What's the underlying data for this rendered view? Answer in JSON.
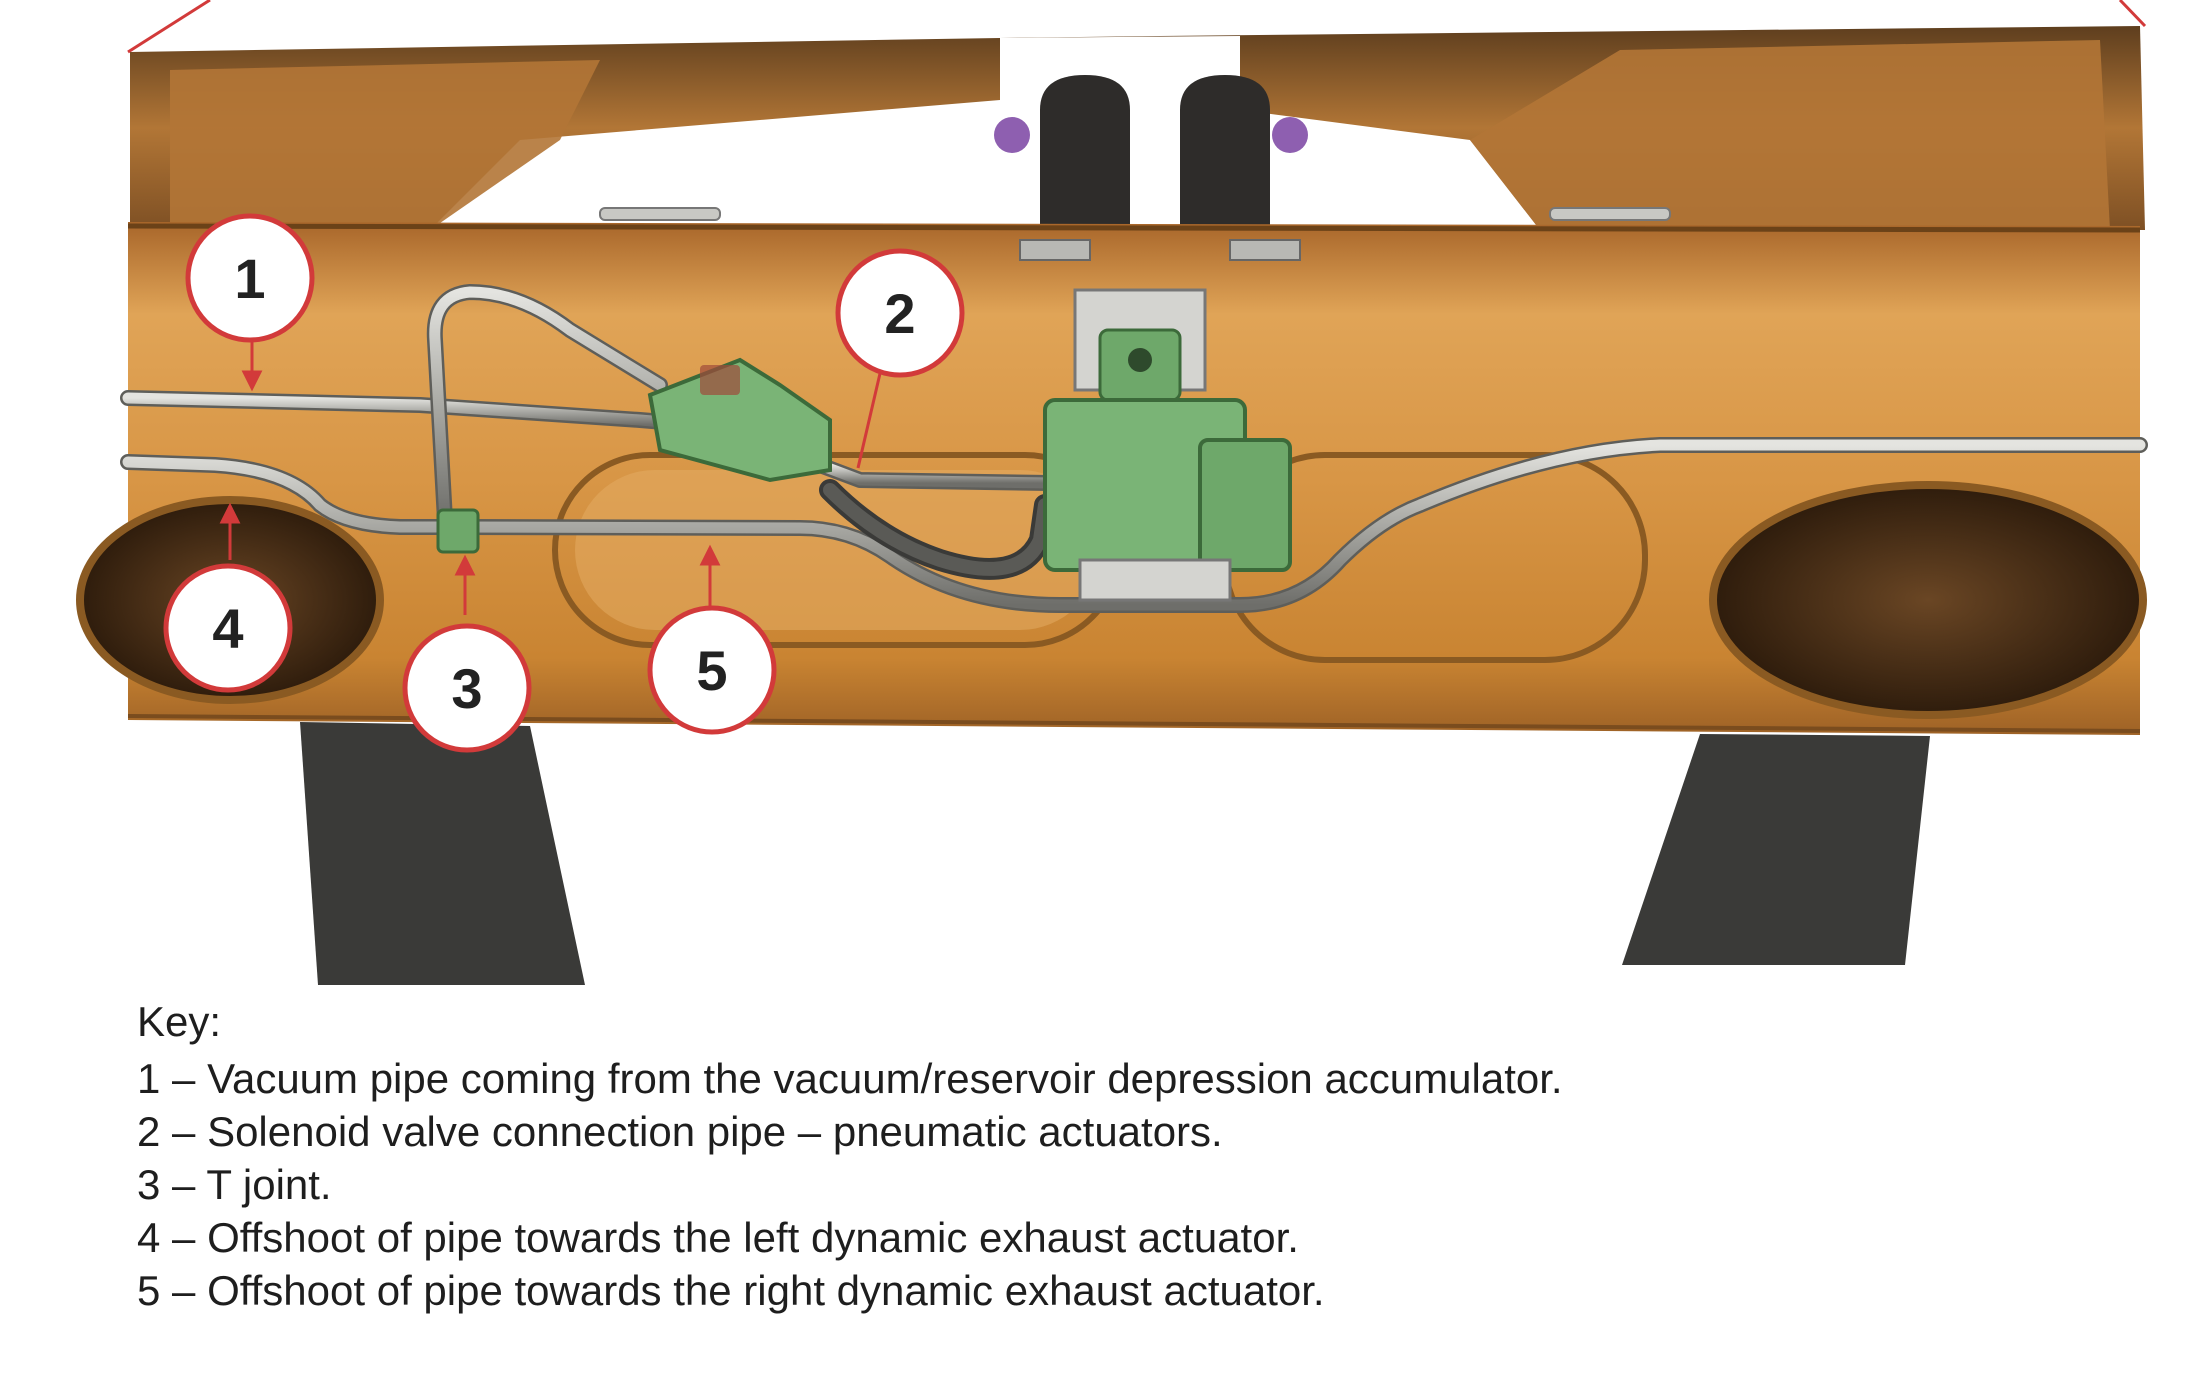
{
  "diagram": {
    "description_labels": [
      {
        "id": "1",
        "label": "1"
      },
      {
        "id": "2",
        "label": "2"
      },
      {
        "id": "3",
        "label": "3"
      },
      {
        "id": "4",
        "label": "4"
      },
      {
        "id": "5",
        "label": "5"
      }
    ],
    "colors": {
      "muffler_body": "#d99a4a",
      "muffler_dark": "#8a5a22",
      "pipe": "#b8b8b4",
      "valve_green": "#6ea86a",
      "callout_ring": "#d23a3a",
      "tailpipe": "#3a3a38",
      "clip_purple": "#8e5fb0"
    }
  },
  "key": {
    "heading": "Key:",
    "items": [
      {
        "num": "1",
        "dash": "–",
        "text": "Vacuum pipe coming from the vacuum/reservoir depression accumulator."
      },
      {
        "num": "2",
        "dash": "–",
        "text": "Solenoid valve connection pipe – pneumatic actuators."
      },
      {
        "num": "3",
        "dash": "–",
        "text": "T joint."
      },
      {
        "num": "4",
        "dash": "–",
        "text": "Offshoot of pipe towards the left dynamic exhaust actuator."
      },
      {
        "num": "5",
        "dash": "–",
        "text": "Offshoot of pipe towards the right dynamic exhaust actuator."
      }
    ]
  }
}
